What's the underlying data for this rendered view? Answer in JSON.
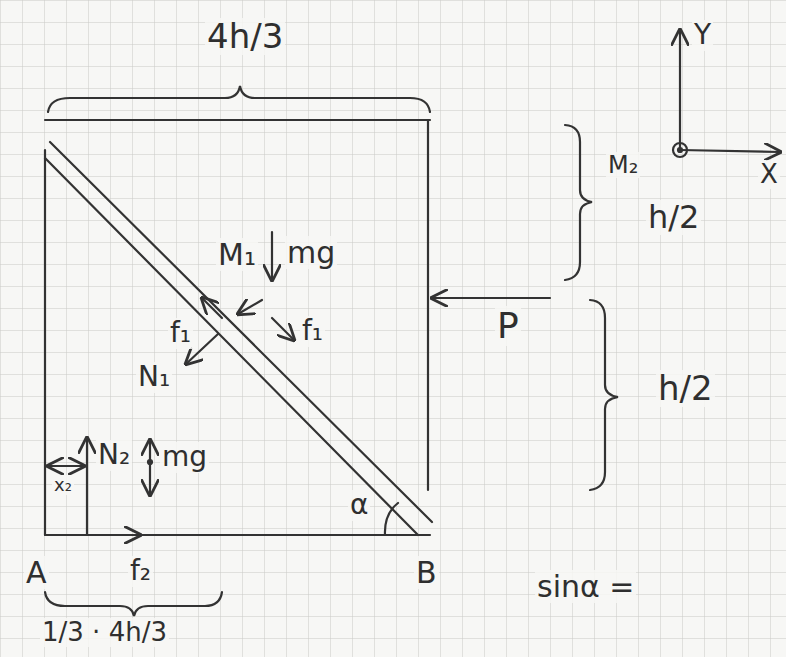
{
  "diagram": {
    "labels": [
      "4h/3",
      "Y",
      "X",
      "M₂",
      "h/2",
      "M₁",
      "mg",
      "f₁",
      "f₁",
      "N₁",
      "P",
      "h/2",
      "N₂",
      "mg",
      "x₂",
      "α",
      "A",
      "f₂",
      "B",
      "sinα =",
      "1/3 · 4h/3"
    ]
  }
}
